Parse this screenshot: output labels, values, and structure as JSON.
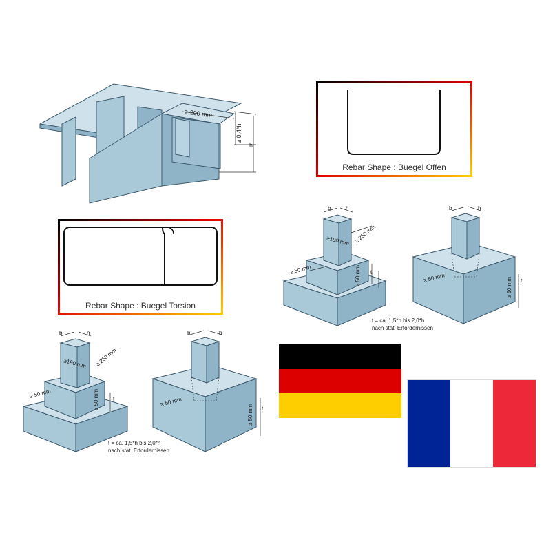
{
  "slab": {
    "dim_width": "≥ 200 mm",
    "dim_depth": "≥ 0,4*h",
    "dim_height": "h"
  },
  "rebar_open": {
    "caption": "Rebar Shape : Buegel Offen"
  },
  "rebar_torsion": {
    "caption": "Rebar Shape : Buegel Torsion"
  },
  "footings": {
    "b": "b",
    "h": "h",
    "dim_190": "≥190 mm",
    "dim_250": "≥ 250 mm",
    "dim_50": "≥ 50 mm",
    "t": "t",
    "note_line1": "t = ca. 1,5*h bis 2,0*h",
    "note_line2": "nach stat. Erfordernissen"
  },
  "flags": {
    "german": [
      "#000000",
      "#DD0000",
      "#FFCE00"
    ],
    "french": [
      "#002395",
      "#FFFFFF",
      "#ED2939"
    ]
  },
  "colors": {
    "concrete_front": "#a9c9d9",
    "concrete_top": "#cfe2ec",
    "concrete_side": "#8fb3c7",
    "concrete_edge": "#3d5a6c"
  }
}
